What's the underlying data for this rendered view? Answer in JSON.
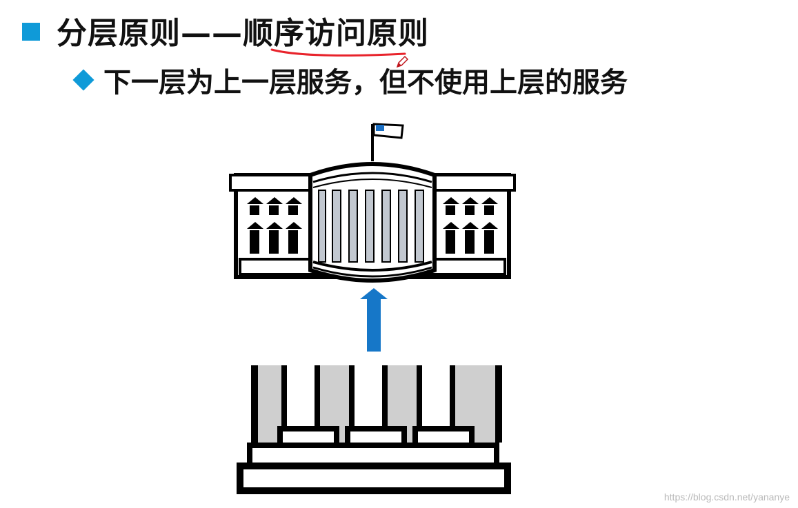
{
  "slide": {
    "title": "分层原则——顺序访问原则",
    "subtitle": "下一层为上一层服务，但不使用上层的服务"
  },
  "icons": {
    "title_bullet": "square-bullet-icon",
    "sub_bullet": "diamond-bullet-icon",
    "upper_layer": "white-house-building-icon",
    "direction": "up-arrow-icon",
    "lower_layer": "foundation-columns-icon",
    "annotation": "pen-cursor-icon"
  },
  "colors": {
    "accent": "#0f9ad8",
    "annotation_underline": "#e8232b",
    "arrow": "#1677c8"
  },
  "watermark": "https://blog.csdn.net/yananye"
}
